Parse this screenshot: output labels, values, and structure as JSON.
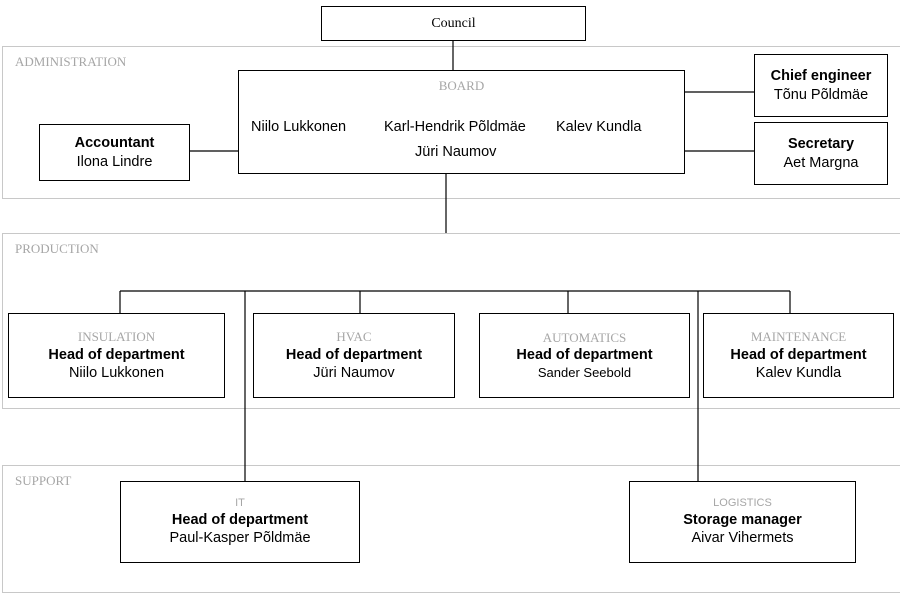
{
  "bands": {
    "administration": "ADMINISTRATION",
    "production": "PRODUCTION",
    "support": "SUPPORT"
  },
  "council": "Council",
  "board": {
    "label": "BOARD",
    "members": [
      "Niilo Lukkonen",
      "Karl-Hendrik Põldmäe",
      "Kalev Kundla",
      "Jüri Naumov"
    ]
  },
  "accountant": {
    "role": "Accountant",
    "name": "Ilona Lindre"
  },
  "chief_engineer": {
    "role": "Chief engineer",
    "name": "Tõnu Põldmäe"
  },
  "secretary": {
    "role": "Secretary",
    "name": "Aet Margna"
  },
  "production": [
    {
      "dept": "INSULATION",
      "role": "Head of department",
      "name": "Niilo Lukkonen"
    },
    {
      "dept": "HVAC",
      "role": "Head of department",
      "name": "Jüri Naumov"
    },
    {
      "dept": "AUTOMATICS",
      "role": "Head of department",
      "name": "Sander Seebold"
    },
    {
      "dept": "MAINTENANCE",
      "role": "Head of department",
      "name": "Kalev Kundla"
    }
  ],
  "support": [
    {
      "dept": "IT",
      "role": "Head of department",
      "name": "Paul-Kasper Põldmäe"
    },
    {
      "dept": "LOGISTICS",
      "role": "Storage manager",
      "name": "Aivar Vihermets"
    }
  ]
}
